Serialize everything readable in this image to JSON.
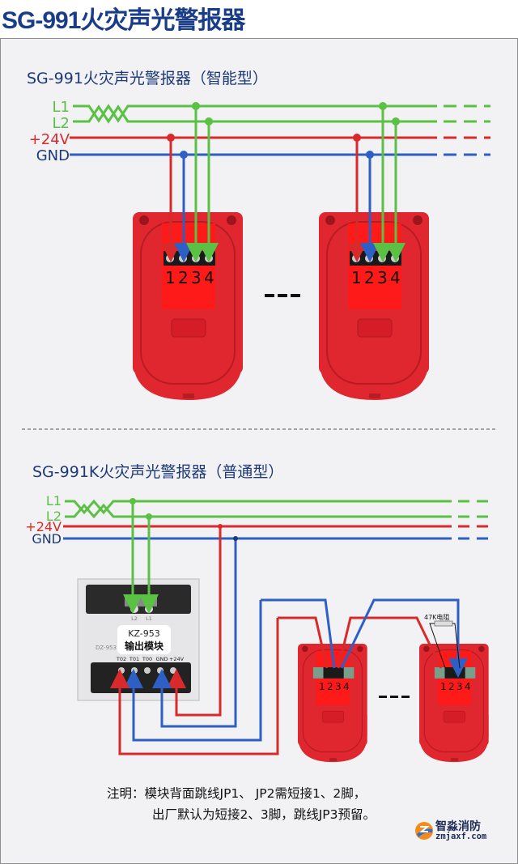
{
  "page_title": "SG-991火灾声光警报器",
  "colors": {
    "title": "#1a3d8a",
    "green_line": "#5ac144",
    "red_line": "#d82a2a",
    "blue_line": "#2d5fc4",
    "alarm_body": "#e0262f",
    "panel_bg": "#f2f1f4"
  },
  "section_smart": {
    "title": "SG-991火灾声光警报器（智能型）",
    "buses": [
      {
        "label": "L1",
        "color": "green"
      },
      {
        "label": "L2",
        "color": "green"
      },
      {
        "label": "+24V",
        "color": "red"
      },
      {
        "label": "GND",
        "color": "blue"
      }
    ],
    "alarm_terminals": [
      "1",
      "2",
      "3",
      "4"
    ],
    "ellipsis": "---"
  },
  "section_normal": {
    "title": "SG-991K火灾声光警报器（普通型）",
    "buses": [
      {
        "label": "L1",
        "color": "green"
      },
      {
        "label": "L2",
        "color": "green"
      },
      {
        "label": "+24V",
        "color": "red"
      },
      {
        "label": "GND",
        "color": "blue"
      }
    ],
    "module": {
      "model": "KZ-953",
      "name": "输出模块",
      "side_label": "DZ-953",
      "terminals": [
        "T02",
        "T01",
        "T00",
        "GND",
        "+24V"
      ],
      "top_terminals": [
        "L2",
        "L1"
      ]
    },
    "alarm_terminals": [
      "1",
      "2",
      "3",
      "4"
    ],
    "resistor_label": "47K电阻",
    "ellipsis": "---"
  },
  "note": {
    "line1": "注明：模块背面跳线JP1、 JP2需短接1、2脚，",
    "line2": "出厂默认为短接2、3脚，跳线JP3预留。"
  },
  "logo": {
    "name_cn": "智淼消防",
    "domain": "zmjaxf.com"
  }
}
